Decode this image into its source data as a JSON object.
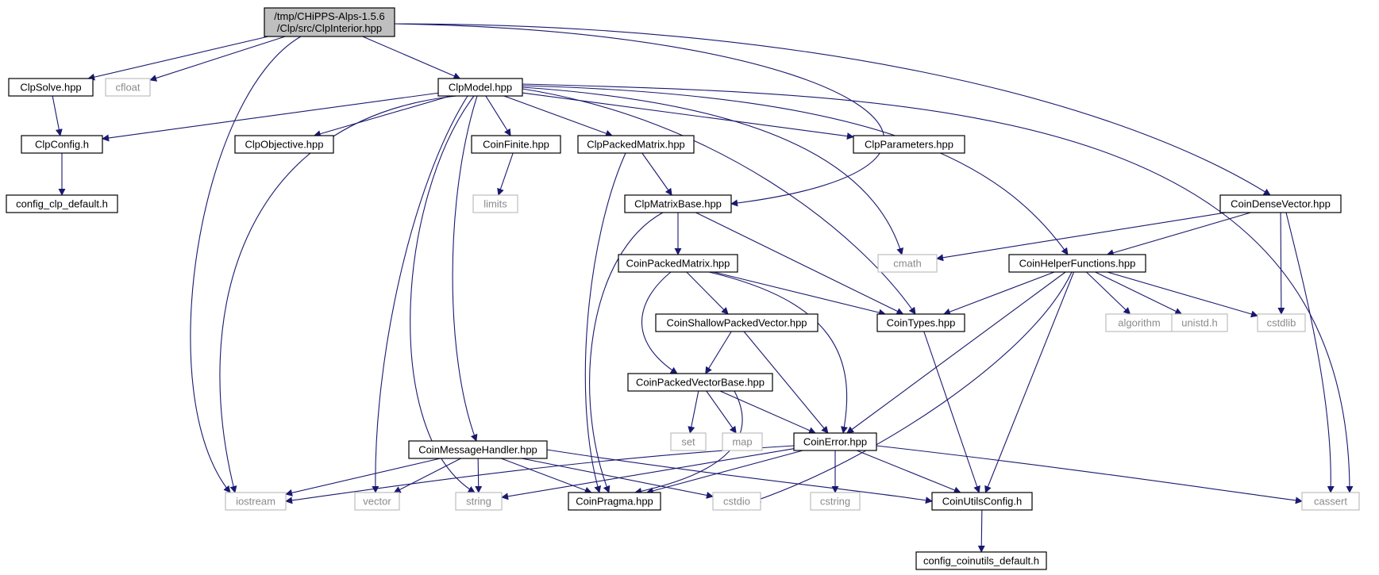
{
  "colors": {
    "edge": "#191970",
    "arrowhead": "#191970",
    "root_fill": "#bfbfbf",
    "node_fill": "#ffffff",
    "node_border": "#000000",
    "external_border": "#bfbfbf",
    "external_text": "#8a8a8a",
    "text": "#000000"
  },
  "nodes": [
    {
      "id": "root",
      "lines": [
        "/tmp/CHiPPS-Alps-1.5.6",
        "/Clp/src/ClpInterior.hpp"
      ],
      "kind": "root"
    },
    {
      "id": "clpsolve",
      "lines": [
        "ClpSolve.hpp"
      ],
      "kind": "local"
    },
    {
      "id": "cfloat",
      "lines": [
        "cfloat"
      ],
      "kind": "external"
    },
    {
      "id": "clpmodel",
      "lines": [
        "ClpModel.hpp"
      ],
      "kind": "local"
    },
    {
      "id": "clpconfig",
      "lines": [
        "ClpConfig.h"
      ],
      "kind": "local"
    },
    {
      "id": "configclp",
      "lines": [
        "config_clp_default.h"
      ],
      "kind": "local"
    },
    {
      "id": "clpobjective",
      "lines": [
        "ClpObjective.hpp"
      ],
      "kind": "local"
    },
    {
      "id": "coinfinite",
      "lines": [
        "CoinFinite.hpp"
      ],
      "kind": "local"
    },
    {
      "id": "limits",
      "lines": [
        "limits"
      ],
      "kind": "external"
    },
    {
      "id": "clppackedmatrix",
      "lines": [
        "ClpPackedMatrix.hpp"
      ],
      "kind": "local"
    },
    {
      "id": "clpparameters",
      "lines": [
        "ClpParameters.hpp"
      ],
      "kind": "local"
    },
    {
      "id": "clpmatrixbase",
      "lines": [
        "ClpMatrixBase.hpp"
      ],
      "kind": "local"
    },
    {
      "id": "coindensevector",
      "lines": [
        "CoinDenseVector.hpp"
      ],
      "kind": "local"
    },
    {
      "id": "coinpackedmatrix",
      "lines": [
        "CoinPackedMatrix.hpp"
      ],
      "kind": "local"
    },
    {
      "id": "cmath",
      "lines": [
        "cmath"
      ],
      "kind": "external"
    },
    {
      "id": "coinhelper",
      "lines": [
        "CoinHelperFunctions.hpp"
      ],
      "kind": "local"
    },
    {
      "id": "coinshallow",
      "lines": [
        "CoinShallowPackedVector.hpp"
      ],
      "kind": "local"
    },
    {
      "id": "cointypes",
      "lines": [
        "CoinTypes.hpp"
      ],
      "kind": "local"
    },
    {
      "id": "algorithm",
      "lines": [
        "algorithm"
      ],
      "kind": "external"
    },
    {
      "id": "unistd",
      "lines": [
        "unistd.h"
      ],
      "kind": "external"
    },
    {
      "id": "cstdlib",
      "lines": [
        "cstdlib"
      ],
      "kind": "external"
    },
    {
      "id": "coinpackedvectorbase",
      "lines": [
        "CoinPackedVectorBase.hpp"
      ],
      "kind": "local"
    },
    {
      "id": "set",
      "lines": [
        "set"
      ],
      "kind": "external"
    },
    {
      "id": "map",
      "lines": [
        "map"
      ],
      "kind": "external"
    },
    {
      "id": "coinmessagehandler",
      "lines": [
        "CoinMessageHandler.hpp"
      ],
      "kind": "local"
    },
    {
      "id": "coinerror",
      "lines": [
        "CoinError.hpp"
      ],
      "kind": "local"
    },
    {
      "id": "iostream",
      "lines": [
        "iostream"
      ],
      "kind": "external"
    },
    {
      "id": "vector",
      "lines": [
        "vector"
      ],
      "kind": "external"
    },
    {
      "id": "string",
      "lines": [
        "string"
      ],
      "kind": "external"
    },
    {
      "id": "coinpragma",
      "lines": [
        "CoinPragma.hpp"
      ],
      "kind": "local"
    },
    {
      "id": "cstdio",
      "lines": [
        "cstdio"
      ],
      "kind": "external"
    },
    {
      "id": "cstring",
      "lines": [
        "cstring"
      ],
      "kind": "external"
    },
    {
      "id": "coinutilsconfig",
      "lines": [
        "CoinUtilsConfig.h"
      ],
      "kind": "local"
    },
    {
      "id": "cassert",
      "lines": [
        "cassert"
      ],
      "kind": "external"
    },
    {
      "id": "configcoinutils",
      "lines": [
        "config_coinutils_default.h"
      ],
      "kind": "local"
    }
  ],
  "edges": [
    [
      "root",
      "clpsolve"
    ],
    [
      "root",
      "cfloat"
    ],
    [
      "root",
      "clpmodel"
    ],
    [
      "root",
      "iostream"
    ],
    [
      "root",
      "clpmatrixbase"
    ],
    [
      "root",
      "coindensevector"
    ],
    [
      "clpsolve",
      "clpconfig"
    ],
    [
      "clpconfig",
      "configclp"
    ],
    [
      "clpmodel",
      "clpconfig"
    ],
    [
      "clpmodel",
      "clpobjective"
    ],
    [
      "clpmodel",
      "coinfinite"
    ],
    [
      "clpmodel",
      "clppackedmatrix"
    ],
    [
      "clpmodel",
      "clpparameters"
    ],
    [
      "clpmodel",
      "cmath"
    ],
    [
      "clpmodel",
      "cointypes"
    ],
    [
      "clpmodel",
      "coinhelper"
    ],
    [
      "clpmodel",
      "cassert"
    ],
    [
      "clpmodel",
      "iostream"
    ],
    [
      "clpmodel",
      "vector"
    ],
    [
      "clpmodel",
      "string"
    ],
    [
      "clpmodel",
      "coinmessagehandler"
    ],
    [
      "coinfinite",
      "limits"
    ],
    [
      "clppackedmatrix",
      "clpmatrixbase"
    ],
    [
      "clppackedmatrix",
      "coinpragma"
    ],
    [
      "clpmatrixbase",
      "coinpackedmatrix"
    ],
    [
      "clpmatrixbase",
      "cointypes"
    ],
    [
      "clpmatrixbase",
      "coinpragma"
    ],
    [
      "coindensevector",
      "cmath"
    ],
    [
      "coindensevector",
      "coinhelper"
    ],
    [
      "coindensevector",
      "cstdlib"
    ],
    [
      "coindensevector",
      "cassert"
    ],
    [
      "coinpackedmatrix",
      "coinshallow"
    ],
    [
      "coinpackedmatrix",
      "coinpackedvectorbase"
    ],
    [
      "coinpackedmatrix",
      "cointypes"
    ],
    [
      "coinpackedmatrix",
      "coinerror"
    ],
    [
      "coinhelper",
      "cointypes"
    ],
    [
      "coinhelper",
      "algorithm"
    ],
    [
      "coinhelper",
      "unistd"
    ],
    [
      "coinhelper",
      "cstdlib"
    ],
    [
      "coinhelper",
      "coinerror"
    ],
    [
      "coinhelper",
      "cstdio"
    ],
    [
      "coinhelper",
      "coinutilsconfig"
    ],
    [
      "coinshallow",
      "coinpackedvectorbase"
    ],
    [
      "coinshallow",
      "coinerror"
    ],
    [
      "cointypes",
      "coinutilsconfig"
    ],
    [
      "coinpackedvectorbase",
      "set"
    ],
    [
      "coinpackedvectorbase",
      "map"
    ],
    [
      "coinpackedvectorbase",
      "coinerror"
    ],
    [
      "coinpackedvectorbase",
      "coinpragma"
    ],
    [
      "coinmessagehandler",
      "iostream"
    ],
    [
      "coinmessagehandler",
      "vector"
    ],
    [
      "coinmessagehandler",
      "string"
    ],
    [
      "coinmessagehandler",
      "coinpragma"
    ],
    [
      "coinmessagehandler",
      "cstdio"
    ],
    [
      "coinmessagehandler",
      "coinutilsconfig"
    ],
    [
      "coinerror",
      "iostream"
    ],
    [
      "coinerror",
      "string"
    ],
    [
      "coinerror",
      "coinpragma"
    ],
    [
      "coinerror",
      "cstring"
    ],
    [
      "coinerror",
      "coinutilsconfig"
    ],
    [
      "coinerror",
      "cassert"
    ],
    [
      "coinutilsconfig",
      "configcoinutils"
    ]
  ]
}
